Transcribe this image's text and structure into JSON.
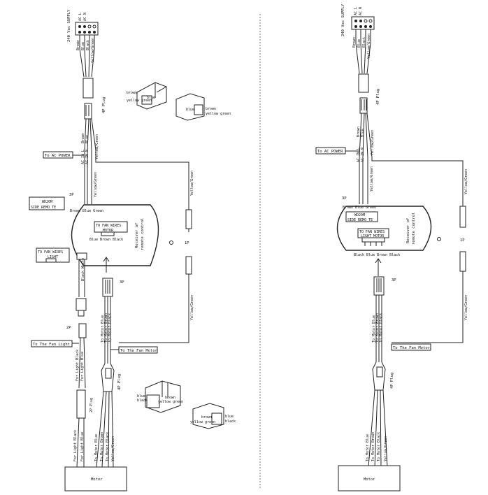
{
  "left": {
    "supply": "240 Vac SUPPLY",
    "terminal_labels": [
      "AC L",
      "AC N"
    ],
    "wire_colors_top": [
      "Brown",
      "Blue",
      "Black",
      "Yellow/Green"
    ],
    "plug_4p": "4P Plug",
    "wire_top_lower": [
      "AC IN L",
      "AC IN N",
      "Brown",
      "Blue",
      "Yellow/Green"
    ],
    "to_ac_power": "To AC POWER",
    "yellow_green": "Yellow/Green",
    "label_3p_top": "3P",
    "connector_3p_wires": "Brown Blue Green",
    "label_box_top": "WD20M",
    "label_box_bot": "SIDE REMO TE",
    "to_fan_wires_motor": [
      "TO FAN WIRES",
      "MOTOR"
    ],
    "motor_wires": "Blue Brown Black",
    "receiver": [
      "Receiver of",
      "remote control"
    ],
    "label_1p": "1P",
    "to_fan_wires_light": [
      "TO FAN WIRES",
      "LIGHT"
    ],
    "light_wires": "Black  White",
    "label_3p_mid": "3P",
    "motor_wire_labels": [
      "To Motor Blue",
      "To Motor Brown",
      "To Motor Black"
    ],
    "yellow_green_2": "Yellow/Green",
    "label_2p": "2P",
    "to_fan_light": "To The Fan Light",
    "light_wire_labels": [
      "For Light Black",
      "For Light Blue"
    ],
    "to_fan_motor": "To The Fan Motor",
    "plug_4p_2": "4P Plug",
    "plug_2p": "2P Plug",
    "bottom_wires": [
      "For Light Black",
      "For Light Blue",
      "To Motor Blue",
      "To Motor Brown",
      "To Motor Black",
      "Yellow/Green"
    ],
    "motor_box": "Motor",
    "connector_a_labels": [
      "brown",
      "yellow green",
      "blue"
    ],
    "connector_b_labels": [
      "blue",
      "brown",
      "yellow green"
    ],
    "connector_c_labels": [
      "blue",
      "black",
      "brown",
      "yellow green"
    ],
    "connector_d_labels": [
      "yellow green",
      "brown",
      "blue",
      "black"
    ]
  },
  "right": {
    "supply": "240 Vac SUPPLY",
    "terminal_labels": [
      "AC L",
      "AC N"
    ],
    "wire_colors_top": [
      "Brown",
      "Blue",
      "Black",
      "Yellow/Green"
    ],
    "plug_4p": "4P Plug",
    "wire_top_lower": [
      "AC IN L",
      "AC IN N",
      "Brown",
      "Blue",
      "Yellow/Green"
    ],
    "to_ac_power": "To AC POWER",
    "yellow_green": "Yellow/Green",
    "label_3p_top": "3P",
    "connector_3p_wires": "Brown Blue Green",
    "label_box_top": "WD20M",
    "label_box_bot": "SIDE REMO TE",
    "to_fan_wires": [
      "TO FAN WIRES",
      "LIGHT MOTOR"
    ],
    "bottom_wires": "Black Blue Brown Black",
    "receiver": [
      "Receiver of",
      "remote control"
    ],
    "label_1p": "1P",
    "label_3p_mid": "3P",
    "motor_wire_labels": [
      "To Motor Blue",
      "To Motor Brown",
      "To Motor Black"
    ],
    "yellow_green_2": "Yellow/Green",
    "to_fan_motor": "To The Fan Motor",
    "plug_4p_2": "4P Plug",
    "motor_bottom_wires": [
      "To Motor Blue",
      "To Motor Brown",
      "To Motor Black",
      "Yellow/Green"
    ],
    "motor_box": "Motor"
  }
}
